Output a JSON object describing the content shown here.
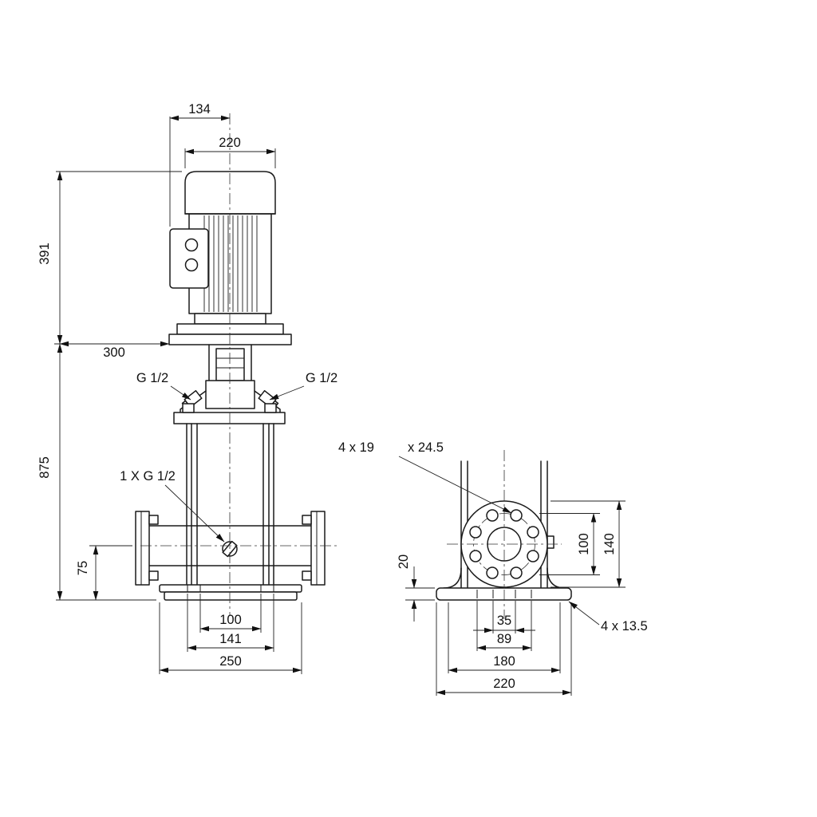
{
  "front_view": {
    "dim_134": "134",
    "dim_220": "220",
    "dim_391": "391",
    "dim_300": "300",
    "dim_875": "875",
    "dim_75": "75",
    "port_left": "G 1/2",
    "port_right": "G 1/2",
    "drain_port": "1 X G 1/2",
    "dim_100": "100",
    "dim_141": "141",
    "dim_250": "250"
  },
  "side_view": {
    "flange_note_a": "4 x 19",
    "flange_note_b": "x 24.5",
    "dim_20": "20",
    "dim_100": "100",
    "dim_140": "140",
    "dim_35": "35",
    "dim_89": "89",
    "dim_180": "180",
    "dim_220": "220",
    "base_holes_note": "4 x 13.5"
  },
  "style": {
    "background": "#ffffff",
    "line_color": "#1a1a1a"
  }
}
